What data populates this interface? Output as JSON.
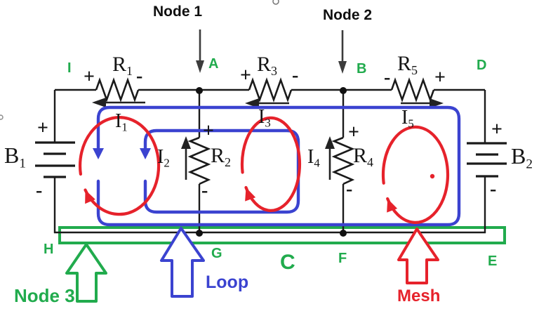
{
  "diagram": {
    "title_nodes": {
      "node1": "Node 1",
      "node2": "Node 2",
      "node3": "Node 3"
    },
    "annotations": {
      "loop": "Loop",
      "mesh": "Mesh"
    },
    "letters": {
      "i": "I",
      "a": "A",
      "b": "B",
      "d": "D",
      "h": "H",
      "g": "G",
      "c": "C",
      "f": "F",
      "e": "E"
    },
    "components": {
      "b1": {
        "base": "B",
        "sub": "1"
      },
      "b2": {
        "base": "B",
        "sub": "2"
      },
      "r1": {
        "base": "R",
        "sub": "1"
      },
      "r2": {
        "base": "R",
        "sub": "2"
      },
      "r3": {
        "base": "R",
        "sub": "3"
      },
      "r4": {
        "base": "R",
        "sub": "4"
      },
      "r5": {
        "base": "R",
        "sub": "5"
      }
    },
    "currents": {
      "i1": {
        "base": "I",
        "sub": "1"
      },
      "i2": {
        "base": "I",
        "sub": "2"
      },
      "i3": {
        "base": "I",
        "sub": "3"
      },
      "i4": {
        "base": "I",
        "sub": "4"
      },
      "i5": {
        "base": "I",
        "sub": "5"
      }
    },
    "polarity": {
      "plus": "+",
      "minus": "-"
    },
    "colors": {
      "green": "#21ab4d",
      "blue": "#3b43d0",
      "red": "#e6222b",
      "wire": "#1a1a1a"
    }
  }
}
